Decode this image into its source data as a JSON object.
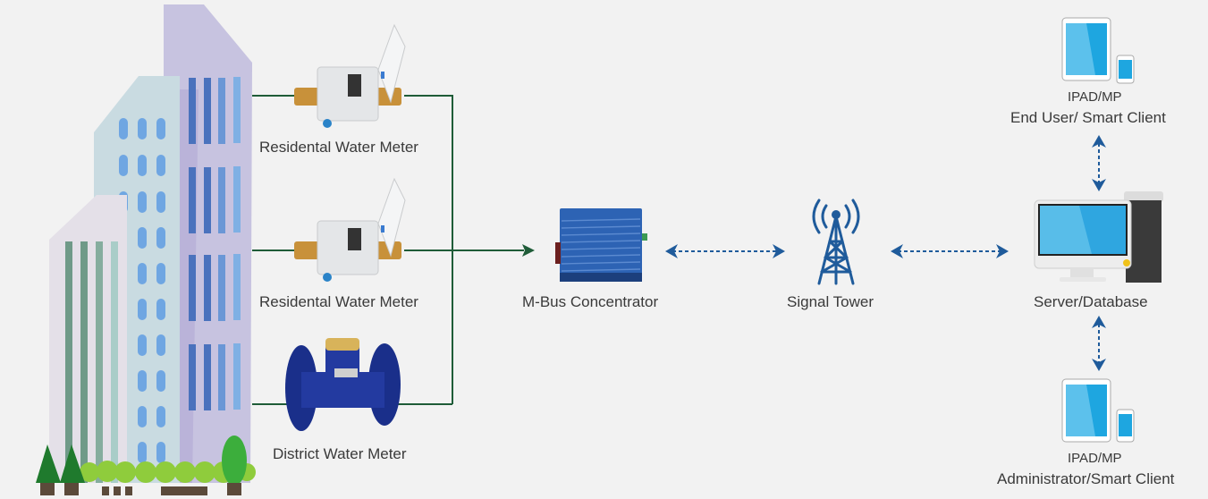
{
  "diagram": {
    "title": "Smart Water Metering System",
    "colors": {
      "background": "#f2f2f2",
      "wire": "#1f5c38",
      "link": "#1f5b9b",
      "text": "#3a3a3a"
    },
    "nodes": {
      "building": {
        "label": ""
      },
      "meter1": {
        "label": "Residental Water Meter"
      },
      "meter2": {
        "label": "Residental Water Meter"
      },
      "meter3": {
        "label": "District Water Meter"
      },
      "concentrator": {
        "label": "M-Bus Concentrator"
      },
      "tower": {
        "label": "Signal Tower"
      },
      "server": {
        "label": "Server/Database"
      },
      "client_top": {
        "line1": "IPAD/MP",
        "line2": "End User/ Smart Client"
      },
      "client_bottom": {
        "line1": "IPAD/MP",
        "line2": "Administrator/Smart Client"
      }
    },
    "edges": [
      {
        "from": "meter1",
        "to": "concentrator",
        "style": "solid",
        "direction": "one-way"
      },
      {
        "from": "meter2",
        "to": "concentrator",
        "style": "solid",
        "direction": "one-way"
      },
      {
        "from": "meter3",
        "to": "concentrator",
        "style": "solid",
        "direction": "one-way"
      },
      {
        "from": "concentrator",
        "to": "tower",
        "style": "dotted",
        "direction": "two-way"
      },
      {
        "from": "tower",
        "to": "server",
        "style": "dotted",
        "direction": "two-way"
      },
      {
        "from": "server",
        "to": "client_top",
        "style": "dotted",
        "direction": "two-way"
      },
      {
        "from": "server",
        "to": "client_bottom",
        "style": "dotted",
        "direction": "two-way"
      }
    ]
  }
}
